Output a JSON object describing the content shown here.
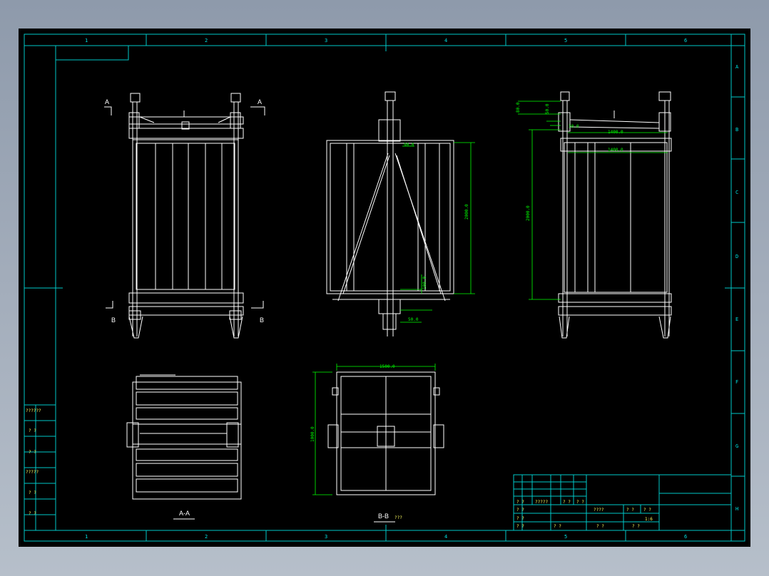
{
  "border": {
    "top_cols": [
      "1",
      "2",
      "3",
      "4",
      "5",
      "6"
    ],
    "bottom_cols": [
      "1",
      "2",
      "3",
      "4",
      "5",
      "6"
    ],
    "right_rows": [
      "A",
      "B",
      "C",
      "D",
      "E",
      "F",
      "G",
      "H"
    ]
  },
  "left_panel": [
    "??????",
    "? ?",
    "? ?",
    "?????",
    "? ?",
    "? ?"
  ],
  "section_markers": {
    "a": "A",
    "b": "B"
  },
  "views": {
    "section_aa": "A-A",
    "section_bb": "B-B",
    "section_bb_note": "???"
  },
  "dimensions": {
    "side_height": "2000.0",
    "side_gap": "100.0",
    "side_base": "50.0",
    "side_small": "90.0",
    "right_top_a": "80.0",
    "right_top_b": "50.0",
    "right_top_c": "30.0",
    "right_width_a": "1400.0",
    "right_width_b": "1400.0",
    "right_height": "2000.0",
    "plan_width": "1500.0",
    "plan_depth": "1000.0"
  },
  "title_block": {
    "r1": [
      "? ?",
      "?????",
      "? ?",
      "? ?"
    ],
    "r2": [
      "????",
      "? ?",
      "? ?"
    ],
    "r3": [
      "? ?",
      "? ?"
    ],
    "r4": [
      "? ?",
      "? ?",
      "? ?",
      "? ?"
    ],
    "scale": "1:6"
  },
  "colors": {
    "frame": "#00c8c8",
    "geometry": "#ffffff",
    "dimension": "#00ff00",
    "background": "#000000"
  }
}
